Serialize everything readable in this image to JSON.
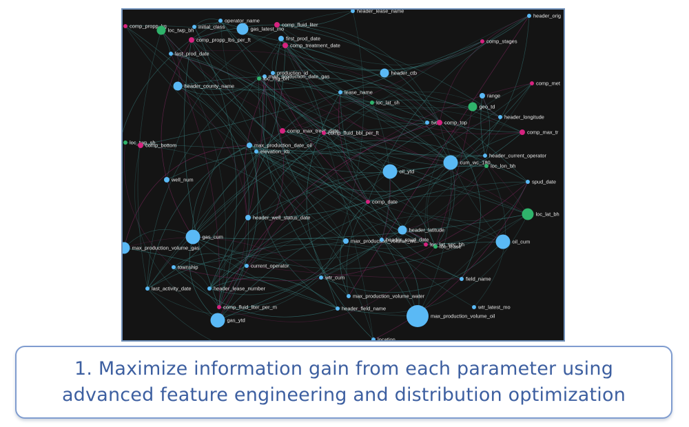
{
  "caption": {
    "line1": "1.  Maximize information gain from each parameter using",
    "line2": "advanced feature engineering and distribution optimization"
  },
  "colors": {
    "background": "#141414",
    "blue": "#5ab9f5",
    "magenta": "#d5237f",
    "green": "#2fb36b",
    "edge_teal": "#3e8c8c",
    "edge_magenta": "#8c2a66"
  },
  "nodes": [
    {
      "label": "comp_propp_kg",
      "color": "magenta",
      "size": 1
    },
    {
      "label": "loc_twp_bh",
      "color": "green",
      "size": 3
    },
    {
      "label": "operator_name",
      "color": "blue",
      "size": 1
    },
    {
      "label": "initial_class",
      "color": "blue",
      "size": 1
    },
    {
      "label": "gas_latest_mo",
      "color": "blue",
      "size": 4
    },
    {
      "label": "comp_fluid_liter",
      "color": "magenta",
      "size": 2
    },
    {
      "label": "header_lease_name",
      "color": "blue",
      "size": 1
    },
    {
      "label": "header_orig",
      "color": "blue",
      "size": 1
    },
    {
      "label": "comp_propp_lbs_per_ft",
      "color": "magenta",
      "size": 2
    },
    {
      "label": "first_prod_date",
      "color": "blue",
      "size": 2
    },
    {
      "label": "comp_treatment_date",
      "color": "magenta",
      "size": 2
    },
    {
      "label": "comp_stages",
      "color": "magenta",
      "size": 1
    },
    {
      "label": "last_prod_date",
      "color": "blue",
      "size": 1
    },
    {
      "label": "production_id",
      "color": "blue",
      "size": 1
    },
    {
      "label": "max_production_date_gas",
      "color": "blue",
      "size": 1
    },
    {
      "label": "loc_rng_bh",
      "color": "green",
      "size": 1
    },
    {
      "label": "header_ctb",
      "color": "blue",
      "size": 3
    },
    {
      "label": "comp_met",
      "color": "magenta",
      "size": 1
    },
    {
      "label": "header_county_name",
      "color": "blue",
      "size": 3
    },
    {
      "label": "lease_name",
      "color": "blue",
      "size": 1
    },
    {
      "label": "range",
      "color": "blue",
      "size": 2
    },
    {
      "label": "loc_lat_sh",
      "color": "green",
      "size": 1
    },
    {
      "label": "geo_td",
      "color": "green",
      "size": 3
    },
    {
      "label": "header_longitude",
      "color": "blue",
      "size": 1
    },
    {
      "label": "tvd",
      "color": "blue",
      "size": 1
    },
    {
      "label": "comp_top",
      "color": "magenta",
      "size": 2
    },
    {
      "label": "comp_max_tr",
      "color": "magenta",
      "size": 2
    },
    {
      "label": "comp_max_treat_date",
      "color": "magenta",
      "size": 2
    },
    {
      "label": "comp_fluid_bbl_per_ft",
      "color": "magenta",
      "size": 1
    },
    {
      "label": "loc_twp_sh",
      "color": "green",
      "size": 1
    },
    {
      "label": "comp_bottom",
      "color": "magenta",
      "size": 2
    },
    {
      "label": "max_production_date_oil",
      "color": "blue",
      "size": 2
    },
    {
      "label": "elevation_kb",
      "color": "blue",
      "size": 1
    },
    {
      "label": "header_current_operator",
      "color": "blue",
      "size": 1
    },
    {
      "label": "oil_ytd",
      "color": "blue",
      "size": 5
    },
    {
      "label": "cum_wc_180",
      "color": "blue",
      "size": 5
    },
    {
      "label": "loc_lon_bh",
      "color": "green",
      "size": 1
    },
    {
      "label": "well_num",
      "color": "blue",
      "size": 2
    },
    {
      "label": "spud_date",
      "color": "blue",
      "size": 1
    },
    {
      "label": "comp_date",
      "color": "magenta",
      "size": 1
    },
    {
      "label": "loc_lat_bh",
      "color": "green",
      "size": 4
    },
    {
      "label": "header_well_status_date",
      "color": "blue",
      "size": 2
    },
    {
      "label": "header_latitude",
      "color": "blue",
      "size": 3
    },
    {
      "label": "gas_cum",
      "color": "blue",
      "size": 5
    },
    {
      "label": "max_production_volume_gas",
      "color": "blue",
      "size": 4
    },
    {
      "label": "max_production_volume_wc",
      "color": "blue",
      "size": 2
    },
    {
      "label": "header_spud_date",
      "color": "blue",
      "size": 1
    },
    {
      "label": "loc_lat_sec_bh",
      "color": "magenta",
      "size": 1
    },
    {
      "label": "loc_lease",
      "color": "green",
      "size": 1
    },
    {
      "label": "oil_cum",
      "color": "blue",
      "size": 5
    },
    {
      "label": "township",
      "color": "blue",
      "size": 1
    },
    {
      "label": "current_operator",
      "color": "blue",
      "size": 1
    },
    {
      "label": "wtr_cum",
      "color": "blue",
      "size": 1
    },
    {
      "label": "field_name",
      "color": "blue",
      "size": 1
    },
    {
      "label": "last_activity_date",
      "color": "blue",
      "size": 1
    },
    {
      "label": "header_lease_number",
      "color": "blue",
      "size": 1
    },
    {
      "label": "max_production_volume_water",
      "color": "blue",
      "size": 1
    },
    {
      "label": "comp_fluid_liter_per_m",
      "color": "magenta",
      "size": 1
    },
    {
      "label": "header_field_name",
      "color": "blue",
      "size": 1
    },
    {
      "label": "wtr_latest_mo",
      "color": "blue",
      "size": 1
    },
    {
      "label": "gas_ytd",
      "color": "blue",
      "size": 5
    },
    {
      "label": "max_production_volume_oil",
      "color": "blue",
      "size": 6
    },
    {
      "label": "location",
      "color": "blue",
      "size": 1
    }
  ]
}
